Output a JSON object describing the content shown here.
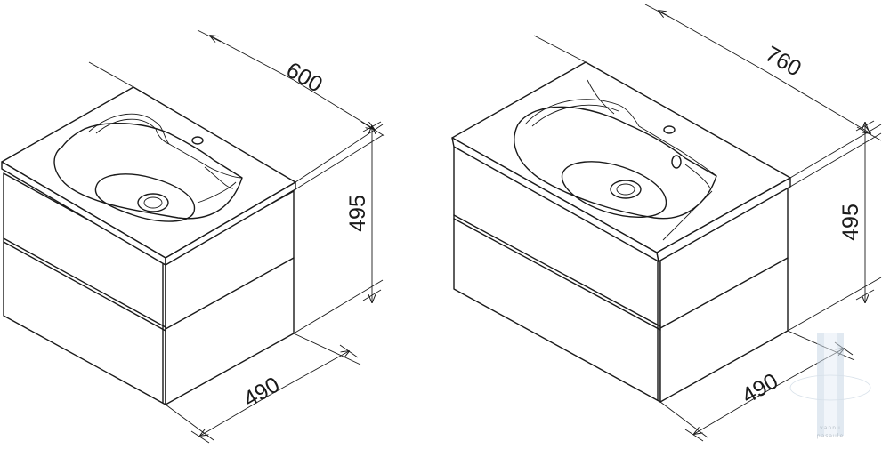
{
  "left_unit": {
    "width": "600",
    "height": "495",
    "depth": "490"
  },
  "right_unit": {
    "width": "760",
    "height": "495",
    "depth": "490"
  },
  "watermark": {
    "line1": "vannu",
    "line2": "pasaule"
  }
}
